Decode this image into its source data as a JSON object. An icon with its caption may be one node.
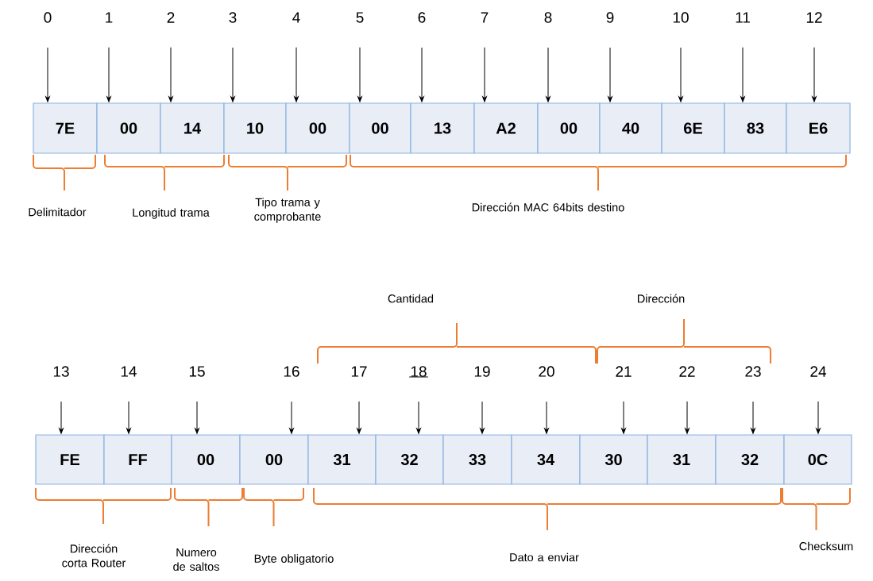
{
  "diagram": {
    "nodes": [
      {
        "text": [
          "7E"
        ]
      },
      {
        "text": [
          "00"
        ]
      },
      {
        "text": [
          "14"
        ]
      },
      {
        "text": [
          "10"
        ]
      },
      {
        "text": [
          "00"
        ]
      },
      {
        "text": [
          "00"
        ]
      },
      {
        "text": [
          "13"
        ]
      },
      {
        "text": [
          "A2"
        ]
      },
      {
        "text": [
          "00"
        ]
      },
      {
        "text": [
          "40"
        ]
      },
      {
        "text": [
          "6E"
        ]
      },
      {
        "text": [
          "83"
        ]
      },
      {
        "text": [
          "E6"
        ]
      },
      {
        "text": [
          "FE"
        ]
      },
      {
        "text": [
          "FF"
        ]
      },
      {
        "text": [
          "00"
        ]
      },
      {
        "text": [
          "00"
        ]
      },
      {
        "text": [
          "31"
        ]
      },
      {
        "text": [
          "32"
        ]
      },
      {
        "text": [
          "33"
        ]
      },
      {
        "text": [
          "34"
        ]
      },
      {
        "text": [
          "30"
        ]
      },
      {
        "text": [
          "31"
        ]
      },
      {
        "text": [
          "32"
        ]
      },
      {
        "text": [
          "0C"
        ]
      },
      {
        "text": [
          "0"
        ]
      },
      {
        "text": [
          "1"
        ]
      },
      {
        "text": [
          "2"
        ]
      },
      {
        "text": [
          "3"
        ]
      },
      {
        "text": [
          "4"
        ]
      },
      {
        "text": [
          "5"
        ]
      },
      {
        "text": [
          "6"
        ]
      },
      {
        "text": [
          "7"
        ]
      },
      {
        "text": [
          "8"
        ]
      },
      {
        "text": [
          "9"
        ]
      },
      {
        "text": [
          "10"
        ]
      },
      {
        "text": [
          "11"
        ]
      },
      {
        "text": [
          "12"
        ]
      },
      {
        "text": [
          "13"
        ]
      },
      {
        "text": [
          "14"
        ]
      },
      {
        "text": [
          "15"
        ]
      },
      {
        "text": [
          "16"
        ]
      },
      {
        "text": [
          "17"
        ]
      },
      {
        "text": [
          "18"
        ]
      },
      {
        "text": [
          "19"
        ]
      },
      {
        "text": [
          "20"
        ]
      },
      {
        "text": [
          "21"
        ]
      },
      {
        "text": [
          "22"
        ]
      },
      {
        "text": [
          "23"
        ]
      },
      {
        "text": [
          "24"
        ]
      }
    ],
    "edges": [
      {
        "from": 25,
        "to": 0,
        "arrow": "to"
      },
      {
        "from": 26,
        "to": 1,
        "arrow": "to"
      },
      {
        "from": 27,
        "to": 2,
        "arrow": "to"
      },
      {
        "from": 28,
        "to": 3,
        "arrow": "to"
      },
      {
        "from": 29,
        "to": 4,
        "arrow": "to"
      },
      {
        "from": 30,
        "to": 5,
        "arrow": "to"
      },
      {
        "from": 31,
        "to": 6,
        "arrow": "to"
      },
      {
        "from": 32,
        "to": 7,
        "arrow": "to"
      },
      {
        "from": 33,
        "to": 8,
        "arrow": "to"
      },
      {
        "from": 34,
        "to": 9,
        "arrow": "to"
      },
      {
        "from": 35,
        "to": 10,
        "arrow": "to"
      },
      {
        "from": 36,
        "to": 11,
        "arrow": "to"
      },
      {
        "from": 37,
        "to": 12,
        "arrow": "to"
      },
      {
        "from": 38,
        "to": 13,
        "arrow": "to"
      },
      {
        "from": 39,
        "to": 14,
        "arrow": "to"
      },
      {
        "from": 40,
        "to": 15,
        "arrow": "to"
      },
      {
        "from": 41,
        "to": 16,
        "arrow": "to"
      },
      {
        "from": 42,
        "to": 17,
        "arrow": "to"
      },
      {
        "from": 43,
        "to": 18,
        "arrow": "to"
      },
      {
        "from": 44,
        "to": 19,
        "arrow": "to"
      },
      {
        "from": 45,
        "to": 20,
        "arrow": "to"
      },
      {
        "from": 46,
        "to": 21,
        "arrow": "to"
      },
      {
        "from": 47,
        "to": 22,
        "arrow": "to"
      },
      {
        "from": 48,
        "to": 23,
        "arrow": "to"
      },
      {
        "from": 49,
        "to": 24,
        "arrow": "to"
      }
    ],
    "labels": [
      "Delimitador",
      "Longitud trama",
      "Tipo trama y comprobante",
      "Dirección MAC 64bits destino",
      "Cantidad",
      "Dirección",
      "Dirección corta Router",
      "Numero de saltos",
      "Byte obligatorio",
      "Dato a enviar",
      "Checksum"
    ]
  }
}
